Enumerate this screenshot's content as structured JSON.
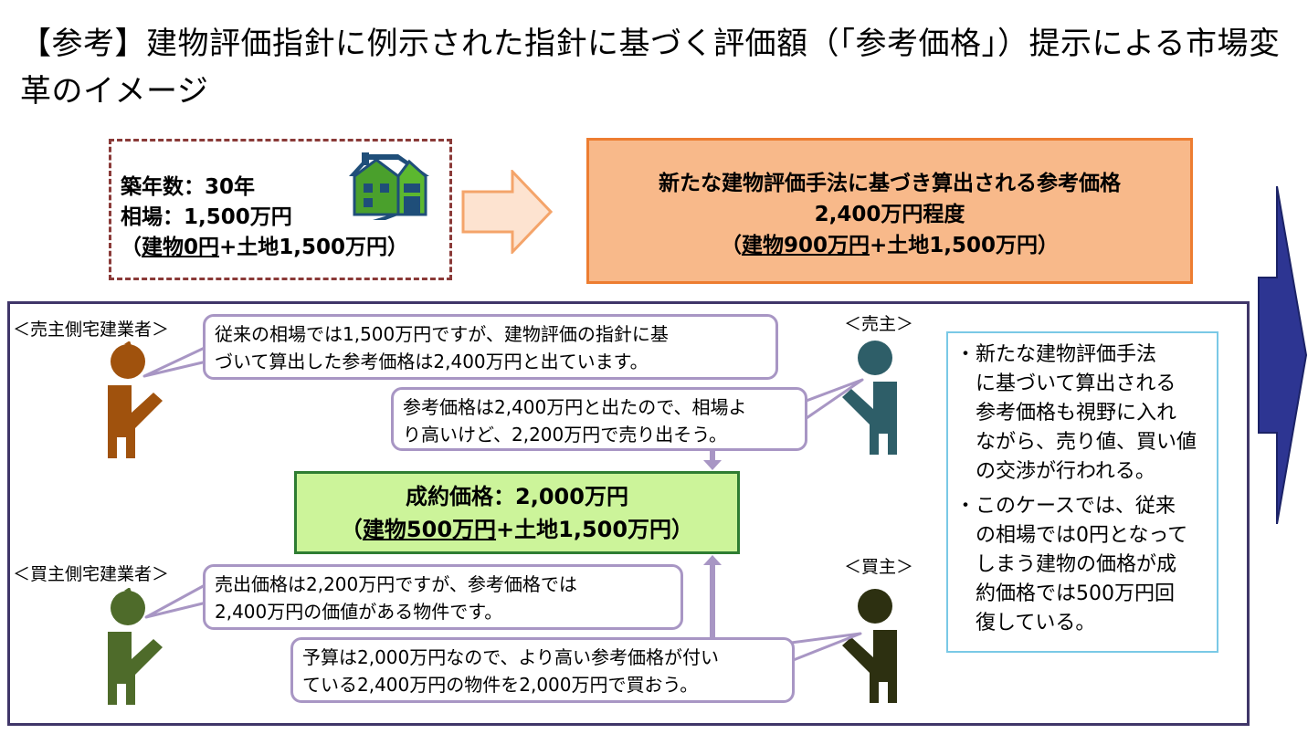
{
  "title": "【参考】建物評価指針に例示された指針に基づく評価額（「参考価格」）提示による市場変革のイメージ",
  "current": {
    "age": "築年数：30年",
    "market": "相場：1,500万円",
    "breakdown_pre": "（",
    "breakdown_building": "建物0円",
    "breakdown_post": "+土地1,500万円）"
  },
  "reference": {
    "heading": "新たな建物評価手法に基づき算出される参考価格",
    "amount": "2,400万円程度",
    "breakdown_pre": "（",
    "breakdown_building": "建物900万円",
    "breakdown_post": "+土地1,500万円）"
  },
  "roles": {
    "seller_agent": "＜売主側宅建業者＞",
    "seller": "＜売主＞",
    "buyer_agent": "＜買主側宅建業者＞",
    "buyer": "＜買主＞"
  },
  "speech": {
    "seller_agent_1": "従来の相場では1,500万円ですが、建物評価の指針に基",
    "seller_agent_2": "づいて算出した参考価格は2,400万円と出ています。",
    "seller_1": "参考価格は2,400万円と出たので、相場よ",
    "seller_2": "り高いけど、2,200万円で売り出そう。",
    "buyer_agent_1": "売出価格は2,200万円ですが、参考価格では",
    "buyer_agent_2": "2,400万円の価値がある物件です。",
    "buyer_1": "予算は2,000万円なので、より高い参考価格が付い",
    "buyer_2": "ている2,400万円の物件を2,000万円で買おう。"
  },
  "deal": {
    "price": "成約価格：2,000万円",
    "breakdown_pre": "（",
    "breakdown_building": "建物500万円",
    "breakdown_post": "+土地1,500万円）"
  },
  "notes": [
    [
      "・",
      "新たな建物評価手法",
      "に基づいて算出される",
      "参考価格も視野に入れ",
      "ながら、売り値、買い値",
      "の交渉が行われる。"
    ],
    [
      "・",
      "このケースでは、従来",
      "の相場では0円となって",
      "しまう建物の価格が成",
      "約価格では500万円回",
      "復している。"
    ]
  ],
  "colors": {
    "old_border": "#8a3a38",
    "orange_fill": "#f8b98a",
    "orange_border": "#ed7d31",
    "main_border": "#403669",
    "bubble_border": "#a896c4",
    "result_fill": "#ccf49a",
    "result_border": "#2e7d32",
    "note_border": "#7ac9e6",
    "seller_agent": "#a0520d",
    "seller": "#2e5e68",
    "buyer_agent": "#4e6b2a",
    "buyer": "#2d3011",
    "big_arrow": "#2d3592"
  },
  "icons": [
    "house-icon",
    "person-icon",
    "arrow-right-icon",
    "arrow-up-icon",
    "arrow-down-icon"
  ]
}
